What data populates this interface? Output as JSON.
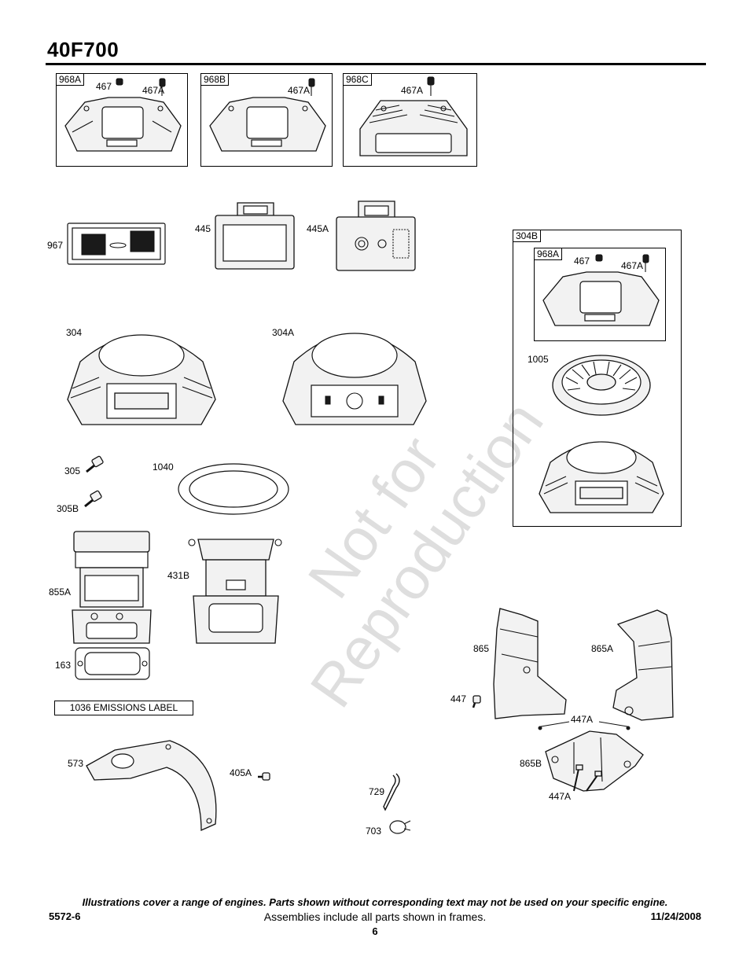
{
  "header": {
    "model": "40F700"
  },
  "frames": {
    "f968A": {
      "tag": "968A",
      "labels": [
        "467",
        "467A"
      ]
    },
    "f968B": {
      "tag": "968B",
      "labels": [
        "467A"
      ]
    },
    "f968C": {
      "tag": "968C",
      "labels": [
        "467A"
      ]
    },
    "f304B": {
      "tag": "304B",
      "inner_tag": "968A",
      "labels": [
        "467",
        "467A",
        "1005"
      ]
    }
  },
  "callouts": {
    "p967": "967",
    "p445": "445",
    "p445A": "445A",
    "p304": "304",
    "p304A": "304A",
    "p305": "305",
    "p305B": "305B",
    "p1040": "1040",
    "p855A": "855A",
    "p431B": "431B",
    "p163": "163",
    "p573": "573",
    "p405A": "405A",
    "p729": "729",
    "p703": "703",
    "p865": "865",
    "p865A": "865A",
    "p447": "447",
    "p447A_1": "447A",
    "p865B": "865B",
    "p447A_2": "447A"
  },
  "emissions_label": "1036 EMISSIONS LABEL",
  "watermark": "Not for Reproduction",
  "footer": {
    "note": "Illustrations cover a range of engines. Parts shown without corresponding text may not be used on your specific engine.",
    "doc_number": "5572-6",
    "assemblies": "Assemblies include all parts shown in frames.",
    "date": "11/24/2008",
    "page": "6"
  }
}
